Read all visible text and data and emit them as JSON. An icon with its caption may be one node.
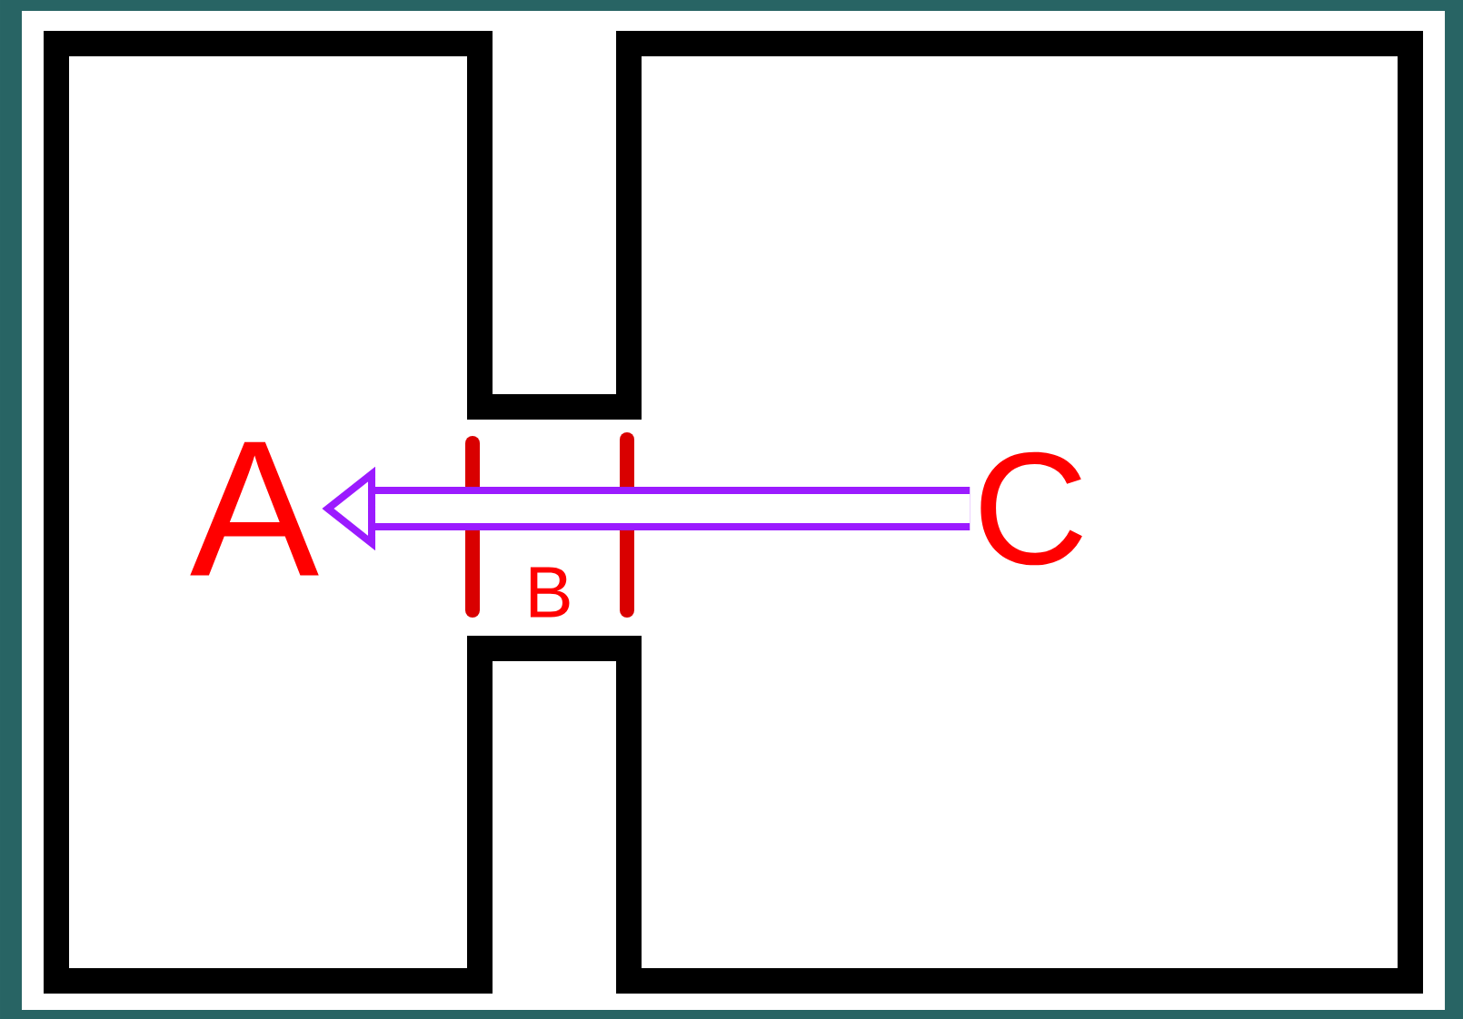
{
  "diagram": {
    "nodes": [
      {
        "text": [
          "A"
        ]
      },
      {
        "text": [
          "B"
        ]
      },
      {
        "text": [
          "C"
        ]
      }
    ],
    "edges": [
      {
        "from": 2,
        "to": 0,
        "arrow": "to",
        "color": "#9b1bff"
      }
    ]
  }
}
